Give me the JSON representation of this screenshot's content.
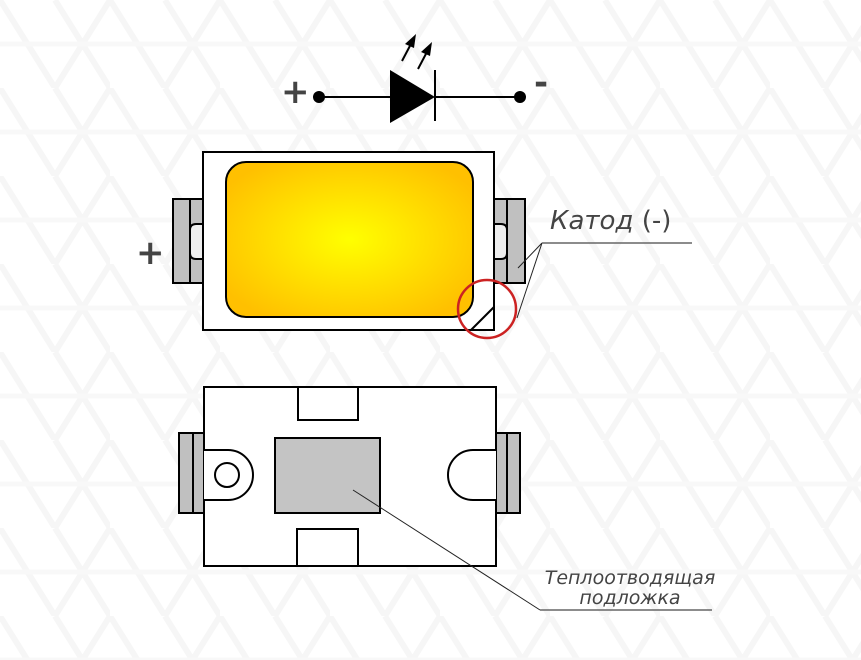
{
  "symbol": {
    "plus_label": "+",
    "minus_label": "-"
  },
  "top_view": {
    "plus_label": "+",
    "cathode_label": "Катод",
    "cathode_sign": "(-)"
  },
  "bottom_view": {
    "heatsink_label_line1": "Теплоотводящая",
    "heatsink_label_line2": "подложка"
  },
  "colors": {
    "phosphor_center": "#ffff00",
    "phosphor_edge": "#ffc000",
    "pad_gray": "#c0c0c0",
    "heatsink_gray": "#c4c4c4",
    "highlight_circle": "#cc2222",
    "label_text": "#444444",
    "outline": "#000000"
  }
}
